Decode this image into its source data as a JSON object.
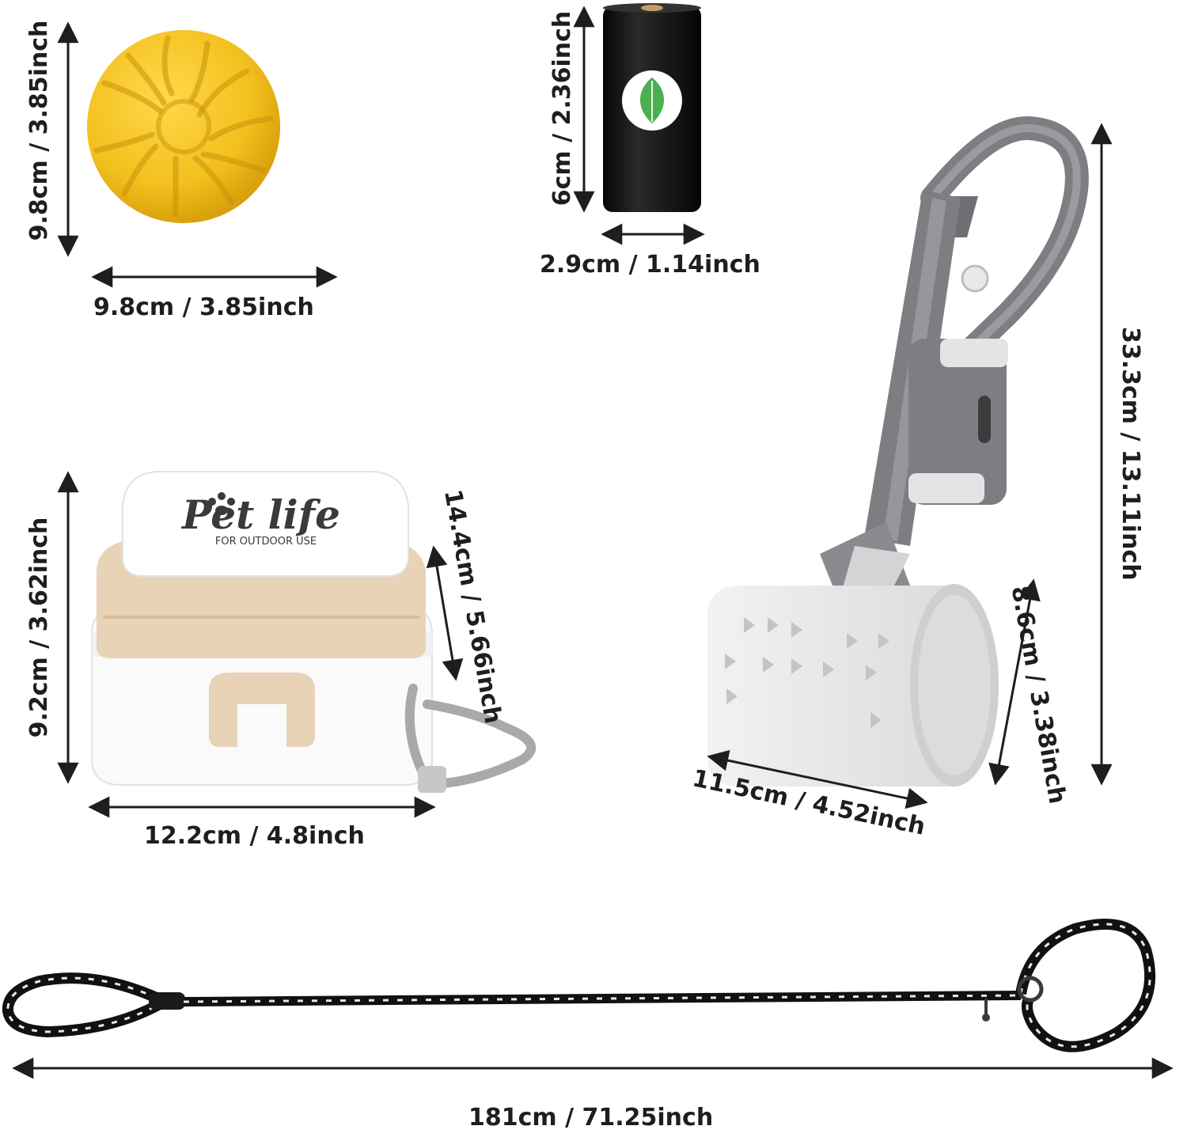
{
  "colors": {
    "ball": "#f2c01e",
    "ball_shade": "#d9a10c",
    "bag_roll": "#141414",
    "leaf": "#4caf50",
    "scooper": "#7d7e82",
    "scooper_light": "#e4e4e6",
    "bowl_beige": "#e9d3b6",
    "leash": "#111111",
    "leash_reflect": "#e8e8e8",
    "dimension_line": "#1e1e1e"
  },
  "products": {
    "ball": {
      "icon": "yellow-ball-icon",
      "height_label": "9.8cm / 3.85inch",
      "width_label": "9.8cm / 3.85inch"
    },
    "bag_roll": {
      "icon": "poop-bag-roll-icon",
      "height_label": "6cm / 2.36inch",
      "width_label": "2.9cm / 1.14inch"
    },
    "bowl": {
      "icon": "collapsible-bowl-icon",
      "brand_text": "Pet life",
      "brand_subtext": "FOR OUTDOOR USE",
      "height_label": "9.2cm / 3.62inch",
      "depth_label": "14.4cm / 5.66inch",
      "width_label": "12.2cm / 4.8inch"
    },
    "scooper": {
      "icon": "pooper-scooper-icon",
      "height_label": "33.3cm / 13.11inch",
      "head_height_label": "8.6cm / 3.38inch",
      "head_width_label": "11.5cm / 4.52inch"
    },
    "leash": {
      "icon": "rope-leash-icon",
      "length_label": "181cm / 71.25inch"
    }
  }
}
